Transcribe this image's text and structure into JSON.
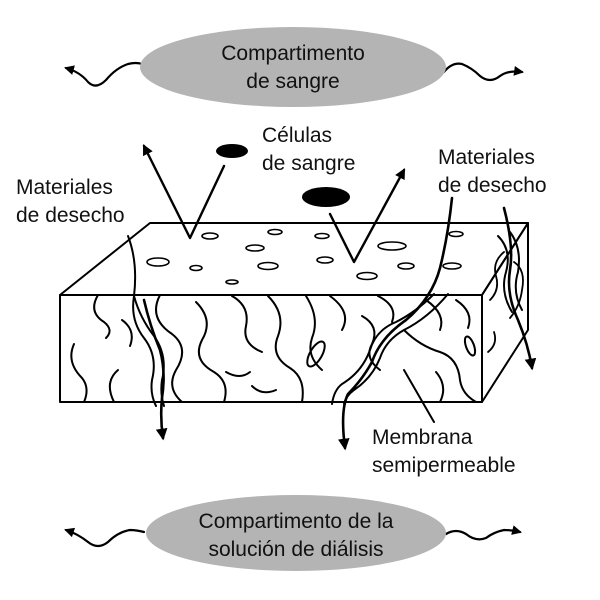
{
  "colors": {
    "ink": "#000000",
    "compartment_fill": "#b4b4b4",
    "membrane_fill": "#ffffff",
    "background": "#ffffff"
  },
  "blood_compartment": {
    "line1": "Compartimento",
    "line2": "de sangre"
  },
  "dialysis_compartment": {
    "line1": "Compartimento de la",
    "line2": "solución de diálisis"
  },
  "labels": {
    "blood_cells_line1": "Células",
    "blood_cells_line2": "de sangre",
    "waste_left_line1": "Materiales",
    "waste_left_line2": "de desecho",
    "waste_right_line1": "Materiales",
    "waste_right_line2": "de desecho",
    "membrane_line1": "Membrana",
    "membrane_line2": "semipermeable"
  }
}
